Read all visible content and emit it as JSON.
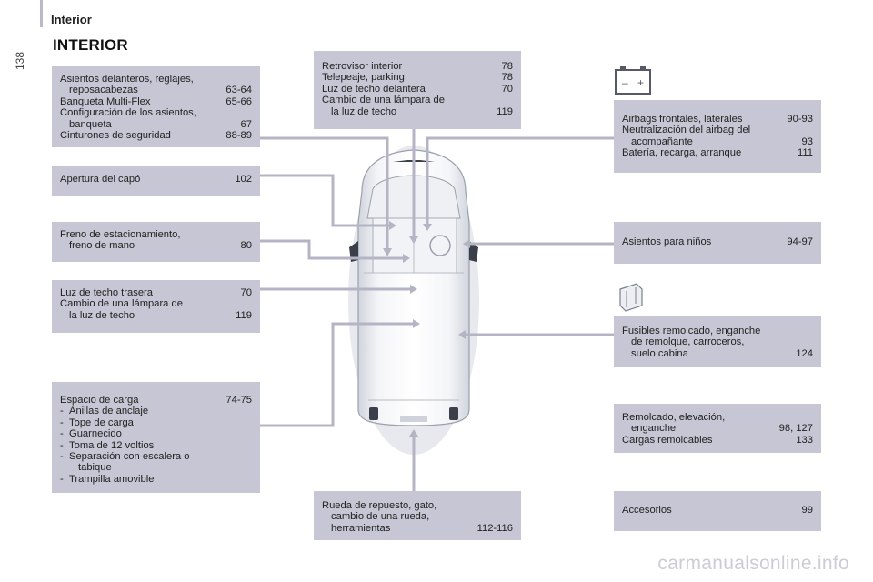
{
  "header": {
    "section": "Interior",
    "page_number": "138",
    "title": "INTERIOR"
  },
  "boxes": {
    "asientos": {
      "rows": [
        {
          "label": "Asientos delanteros, reglajes,",
          "page": ""
        },
        {
          "label": "reposacabezas",
          "page": "63-64",
          "indent": true
        },
        {
          "label": "Banqueta Multi-Flex",
          "page": "65-66"
        },
        {
          "label": "Configuración de los asientos,",
          "page": ""
        },
        {
          "label": "banqueta",
          "page": "67",
          "indent": true
        },
        {
          "label": "Cinturones de seguridad",
          "page": "88-89"
        }
      ]
    },
    "capo": {
      "rows": [
        {
          "label": "Apertura del capó",
          "page": "102"
        }
      ]
    },
    "freno": {
      "rows": [
        {
          "label": "Freno de estacionamiento,",
          "page": ""
        },
        {
          "label": "freno de mano",
          "page": "80",
          "indent": true
        }
      ]
    },
    "luz_trasera": {
      "rows": [
        {
          "label": "Luz de techo trasera",
          "page": "70"
        },
        {
          "label": "Cambio de una lámpara de",
          "page": ""
        },
        {
          "label": "la luz de techo",
          "page": "119",
          "indent": true
        }
      ]
    },
    "carga": {
      "heading": {
        "label": "Espacio de carga",
        "page": "74-75"
      },
      "items": [
        {
          "dash": "-",
          "text": "Anillas de anclaje"
        },
        {
          "dash": "-",
          "text": "Tope de carga"
        },
        {
          "dash": "-",
          "text": "Guarnecido"
        },
        {
          "dash": "-",
          "text": "Toma de 12 voltios"
        },
        {
          "dash": "-",
          "text": "Separación con escalera o",
          "cont": "tabique"
        },
        {
          "dash": "-",
          "text": "Trampilla amovible"
        }
      ]
    },
    "retrovisor": {
      "rows": [
        {
          "label": "Retrovisor interior",
          "page": "78"
        },
        {
          "label": "Telepeaje, parking",
          "page": "78"
        },
        {
          "label": "Luz de techo delantera",
          "page": "70"
        },
        {
          "label": "Cambio de una lámpara de",
          "page": ""
        },
        {
          "label": "la luz de techo",
          "page": "119",
          "indent": true
        }
      ]
    },
    "rueda": {
      "rows": [
        {
          "label": "Rueda de repuesto, gato,",
          "page": ""
        },
        {
          "label": "cambio de una rueda,",
          "page": "",
          "indent": true
        },
        {
          "label": "herramientas",
          "page": "112-116",
          "indent": true
        }
      ]
    },
    "airbags": {
      "rows": [
        {
          "label": "Airbags frontales, laterales",
          "page": "90-93"
        },
        {
          "label": "Neutralización del airbag del",
          "page": ""
        },
        {
          "label": "acompañante",
          "page": "93",
          "indent": true
        },
        {
          "label": "Batería, recarga, arranque",
          "page": "111"
        }
      ]
    },
    "ninos": {
      "rows": [
        {
          "label": "Asientos para niños",
          "page": "94-97"
        }
      ]
    },
    "fusibles": {
      "rows": [
        {
          "label": "Fusibles remolcado, enganche",
          "page": ""
        },
        {
          "label": "de remolque, carroceros,",
          "page": "",
          "indent": true
        },
        {
          "label": "suelo cabina",
          "page": "124",
          "indent": true
        }
      ]
    },
    "remolcado": {
      "rows": [
        {
          "label": "Remolcado, elevación,",
          "page": ""
        },
        {
          "label": "enganche",
          "page": "98, 127",
          "indent": true
        },
        {
          "label": "Cargas remolcables",
          "page": "133"
        }
      ]
    },
    "accesorios": {
      "rows": [
        {
          "label": "Accesorios",
          "page": "99"
        }
      ]
    }
  },
  "icons": {
    "battery": "battery-icon",
    "fuse": "fuse-icon",
    "battery_minus": "–",
    "battery_plus": "+"
  },
  "watermark": "carmanualsonline.info",
  "colors": {
    "box_fill": "#c6c6d4",
    "leader_line": "#b4b4c4"
  }
}
